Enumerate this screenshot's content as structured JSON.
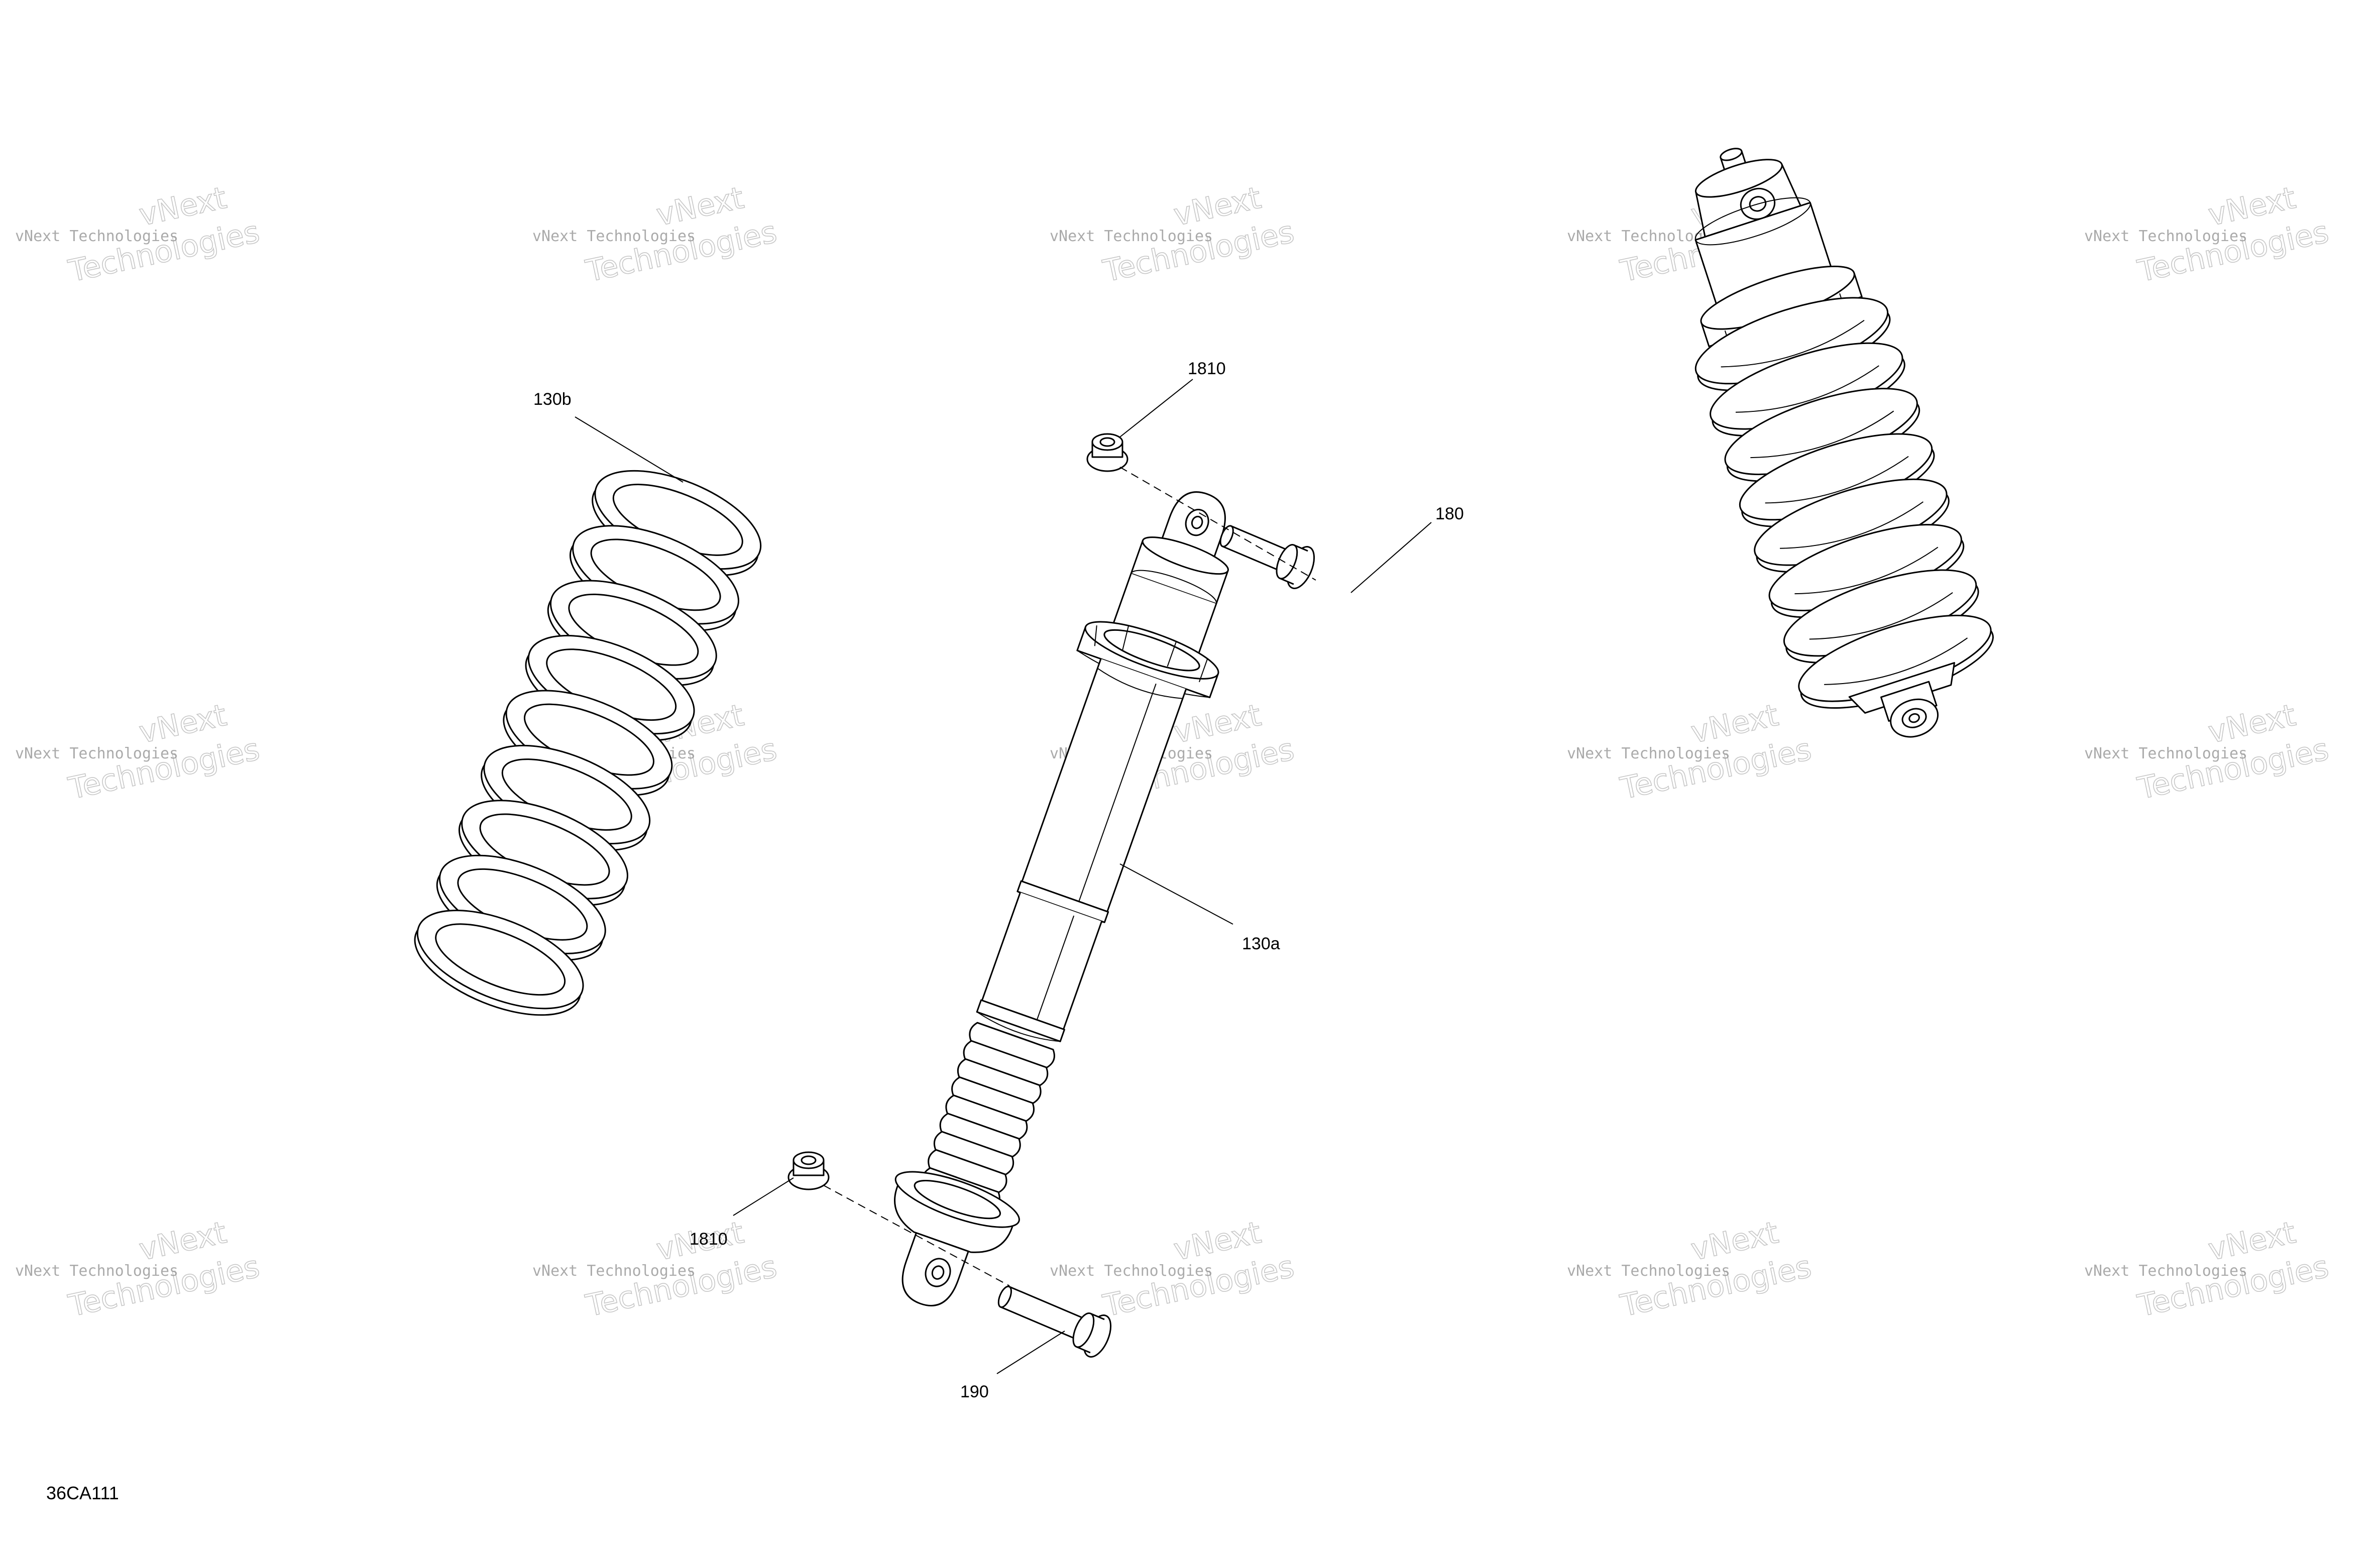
{
  "diagram": {
    "drawing_code": "36CA111",
    "watermark": {
      "line1": "vNext Technologies",
      "line2": "vNext",
      "line3": "Technologies"
    },
    "callouts": {
      "spring": "130b",
      "shock_body": "130a",
      "nut_top": "1810",
      "bolt_top": "180",
      "nut_bottom": "1810",
      "bolt_bottom": "190"
    }
  }
}
